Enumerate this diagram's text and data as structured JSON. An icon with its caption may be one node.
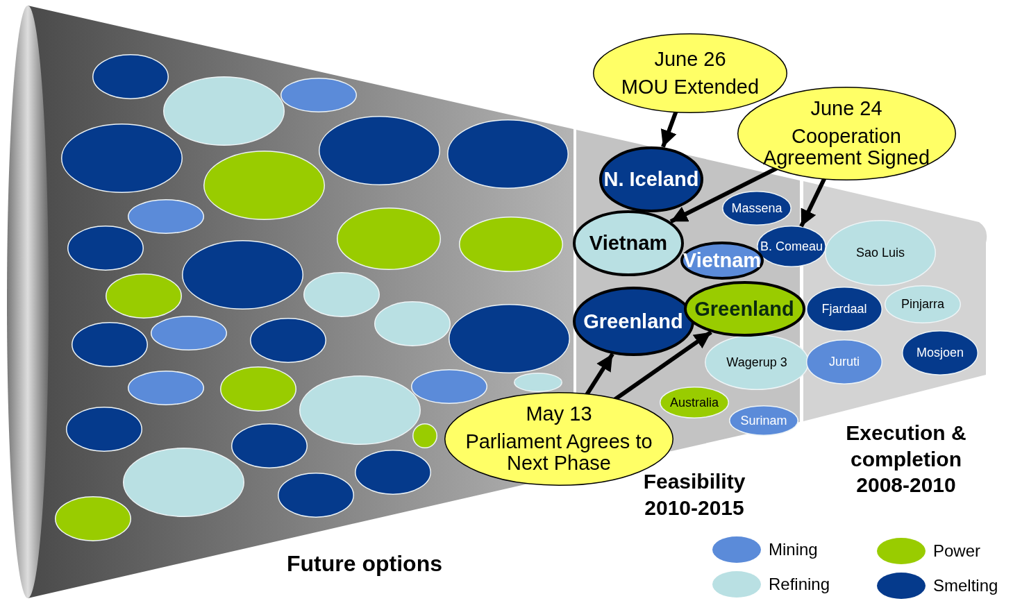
{
  "diagram": {
    "nodes": [
      {
        "text": [],
        "shape": "circle"
      },
      {
        "text": [],
        "shape": "circle"
      },
      {
        "text": [],
        "shape": "circle"
      },
      {
        "text": [],
        "shape": "circle"
      },
      {
        "text": [],
        "shape": "circle"
      },
      {
        "text": [],
        "shape": "circle"
      },
      {
        "text": [],
        "shape": "circle"
      },
      {
        "text": [],
        "shape": "circle"
      },
      {
        "text": [],
        "shape": "circle"
      },
      {
        "text": [],
        "shape": "circle"
      },
      {
        "text": [],
        "shape": "circle"
      },
      {
        "text": [],
        "shape": "circle"
      },
      {
        "text": [],
        "shape": "circle"
      },
      {
        "text": [],
        "shape": "circle"
      },
      {
        "text": [],
        "shape": "circle"
      },
      {
        "text": [],
        "shape": "circle"
      },
      {
        "text": [],
        "shape": "circle"
      },
      {
        "text": [],
        "shape": "circle"
      },
      {
        "text": [],
        "shape": "circle"
      },
      {
        "text": [],
        "shape": "circle"
      },
      {
        "text": [],
        "shape": "circle"
      },
      {
        "text": [],
        "shape": "circle"
      },
      {
        "text": [],
        "shape": "circle"
      },
      {
        "text": [],
        "shape": "circle"
      },
      {
        "text": [],
        "shape": "circle"
      },
      {
        "text": [],
        "shape": "circle"
      },
      {
        "text": [],
        "shape": "circle"
      },
      {
        "text": [],
        "shape": "circle"
      },
      {
        "text": [],
        "shape": "circle"
      },
      {
        "text": [],
        "shape": "circle"
      },
      {
        "text": [],
        "shape": "circle"
      },
      {
        "text": [
          "N. Iceland"
        ]
      },
      {
        "text": [
          "Massena"
        ]
      },
      {
        "text": [
          "Vietnam"
        ]
      },
      {
        "text": [
          "B. Comeau"
        ]
      },
      {
        "text": [
          "Vietnam"
        ]
      },
      {
        "text": [
          "Greenland"
        ]
      },
      {
        "text": [
          "Greenland"
        ]
      },
      {
        "text": [
          "Australia"
        ]
      },
      {
        "text": [
          "Wagerup 3"
        ]
      },
      {
        "text": [
          "Surinam"
        ]
      },
      {
        "text": [
          "Sao Luis"
        ]
      },
      {
        "text": [
          "Fjardaal"
        ]
      },
      {
        "text": [
          "Pinjarra"
        ]
      },
      {
        "text": [
          "Juruti"
        ]
      },
      {
        "text": [
          "Mosjoen"
        ]
      },
      {
        "text": [
          "June 26",
          "MOU Extended"
        ]
      },
      {
        "text": [
          "June 24",
          "Cooperation Agreement Signed"
        ]
      },
      {
        "text": [
          "May 13",
          "Parliament Agrees to Next Phase"
        ]
      }
    ],
    "edges": [
      {
        "from": 46,
        "to": 31,
        "arrow": "to"
      },
      {
        "from": 47,
        "to": 33,
        "arrow": "to"
      },
      {
        "from": 47,
        "to": 34,
        "arrow": "to"
      },
      {
        "from": 48,
        "to": 36,
        "arrow": "to"
      },
      {
        "from": 48,
        "to": 37,
        "arrow": "to"
      }
    ],
    "labels": [
      "Feasibility 2010-2015",
      "Execution & completion 2008-2010",
      "Future options"
    ],
    "legend": [
      {
        "text": "Mining",
        "color": "#5b8bd9"
      },
      {
        "text": "Power",
        "color": "#99cc00"
      },
      {
        "text": "Refining",
        "color": "#b9e0e3"
      },
      {
        "text": "Smelting",
        "color": "#053a8c"
      }
    ]
  }
}
